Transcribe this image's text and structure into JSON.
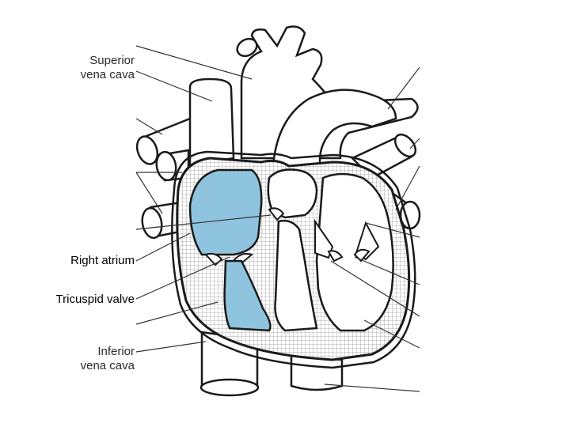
{
  "labels": {
    "superior_vena_cava": [
      "Superior",
      "vena cava"
    ],
    "right_atrium": "Right atrium",
    "tricuspid_valve": "Tricuspid valve",
    "inferior_vena_cava": [
      "Inferior",
      "vena cava"
    ]
  },
  "colors": {
    "outline": "#1a1a1a",
    "right_heart_fill": "#8ec4de",
    "wall_hatch": "#bdbdbd",
    "leader_line": "#333333"
  }
}
